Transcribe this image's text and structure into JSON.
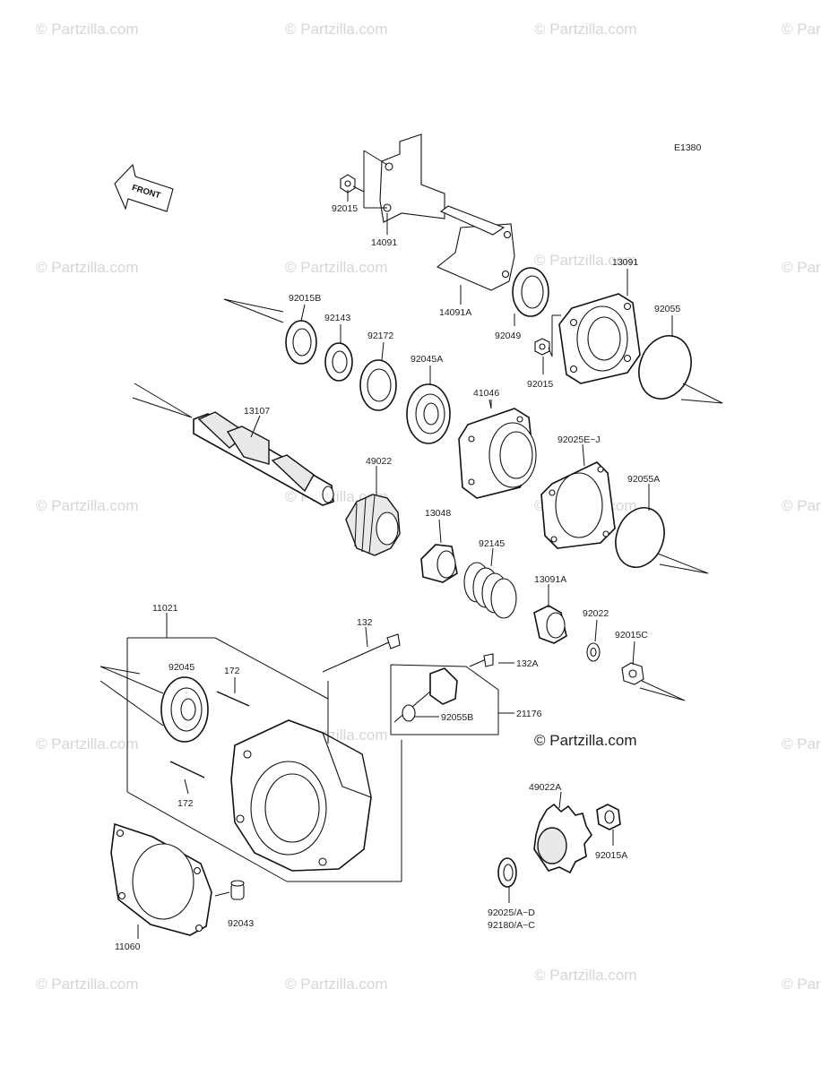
{
  "diagram_code": "E1380",
  "front_label": "FRONT",
  "watermark": "© Partzilla.com",
  "copyright_main": "© Partzilla.com",
  "parts": [
    {
      "id": "p92015",
      "label": "92015"
    },
    {
      "id": "p14091",
      "label": "14091"
    },
    {
      "id": "p14091a",
      "label": "14091A"
    },
    {
      "id": "p13091",
      "label": "13091"
    },
    {
      "id": "p92055",
      "label": "92055"
    },
    {
      "id": "p92015b",
      "label": "92015B"
    },
    {
      "id": "p92143",
      "label": "92143"
    },
    {
      "id": "p92172",
      "label": "92172"
    },
    {
      "id": "p92045a",
      "label": "92045A"
    },
    {
      "id": "p92049",
      "label": "92049"
    },
    {
      "id": "p92015_2",
      "label": "92015"
    },
    {
      "id": "p13107",
      "label": "13107"
    },
    {
      "id": "p41046",
      "label": "41046"
    },
    {
      "id": "p92025e",
      "label": "92025E~J"
    },
    {
      "id": "p49022",
      "label": "49022"
    },
    {
      "id": "p92055a",
      "label": "92055A"
    },
    {
      "id": "p13048",
      "label": "13048"
    },
    {
      "id": "p92145",
      "label": "92145"
    },
    {
      "id": "p13091a",
      "label": "13091A"
    },
    {
      "id": "p92022",
      "label": "92022"
    },
    {
      "id": "p92015c",
      "label": "92015C"
    },
    {
      "id": "p11021",
      "label": "11021"
    },
    {
      "id": "p132",
      "label": "132"
    },
    {
      "id": "p132a",
      "label": "132A"
    },
    {
      "id": "p92045",
      "label": "92045"
    },
    {
      "id": "p172a",
      "label": "172"
    },
    {
      "id": "p92055b",
      "label": "92055B"
    },
    {
      "id": "p21176",
      "label": "21176"
    },
    {
      "id": "p172b",
      "label": "172"
    },
    {
      "id": "p49022a",
      "label": "49022A"
    },
    {
      "id": "p92015a",
      "label": "92015A"
    },
    {
      "id": "p11060",
      "label": "11060"
    },
    {
      "id": "p92043",
      "label": "92043"
    },
    {
      "id": "p92025ad",
      "label": "92025/A~D"
    },
    {
      "id": "p92180ac",
      "label": "92180/A~C"
    }
  ]
}
